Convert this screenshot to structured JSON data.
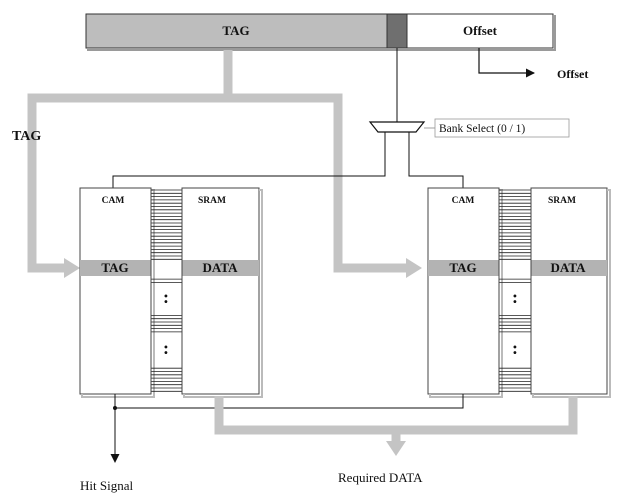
{
  "address": {
    "tag_label": "TAG",
    "offset_label": "Offset"
  },
  "offset_output_label": "Offset",
  "tag_side_label": "TAG",
  "bank_select_label": "Bank Select (0 / 1)",
  "banks": [
    {
      "cam_label": "CAM",
      "sram_label": "SRAM",
      "tag_row_label": "TAG",
      "data_row_label": "DATA",
      "dots_upper": ":",
      "dots_lower": ":"
    },
    {
      "cam_label": "CAM",
      "sram_label": "SRAM",
      "tag_row_label": "TAG",
      "data_row_label": "DATA",
      "dots_upper": ":",
      "dots_lower": ":"
    }
  ],
  "hit_signal_label": "Hit Signal",
  "required_data_label": "Required DATA",
  "colors": {
    "tag_field": "#bdbdbd",
    "select_bit": "#6f6f6f",
    "wide_bus": "#c4c4c4",
    "row_highlight": "#b3b3b3",
    "line": "#111111"
  }
}
